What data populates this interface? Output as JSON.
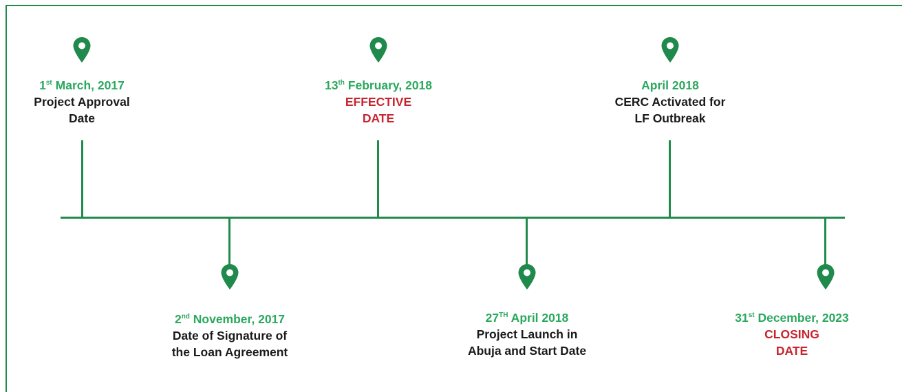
{
  "milestones": [
    {
      "date_pre": "1",
      "date_sup": "st",
      "date_post": " March, 2017",
      "desc": [
        "Project Approval",
        "Date"
      ],
      "status": []
    },
    {
      "date_pre": "2",
      "date_sup": "nd",
      "date_post": " November, 2017",
      "desc": [
        "Date of Signature of",
        "the Loan Agreement"
      ],
      "status": []
    },
    {
      "date_pre": "13",
      "date_sup": "th",
      "date_post": " February, 2018",
      "desc": [],
      "status": [
        "EFFECTIVE",
        "DATE"
      ]
    },
    {
      "date_pre": "27",
      "date_sup": "TH",
      "date_post": " April 2018",
      "desc": [
        "Project Launch in",
        "Abuja and Start Date"
      ],
      "status": []
    },
    {
      "date_pre": "April 2018",
      "date_sup": "",
      "date_post": "",
      "desc": [
        "CERC Activated for",
        "LF Outbreak"
      ],
      "status": []
    },
    {
      "date_pre": "31",
      "date_sup": "st",
      "date_post": " December, 2023",
      "desc": [],
      "status": [
        "CLOSING",
        "DATE"
      ]
    }
  ],
  "colors": {
    "line": "#1f8a4c",
    "date": "#2aa85e",
    "status": "#c8242f",
    "text": "#1a1a1a"
  },
  "icons": {
    "marker": "map-pin-icon"
  }
}
